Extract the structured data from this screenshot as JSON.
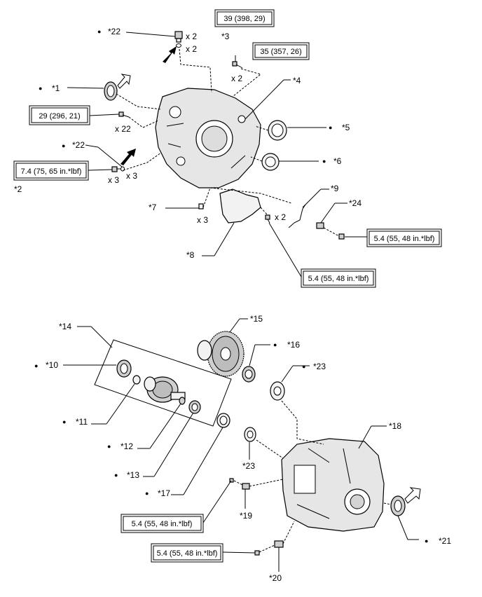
{
  "callouts": {
    "c1": "*1",
    "c2": "*2",
    "c3": "*3",
    "c4": "*4",
    "c5": "*5",
    "c6": "*6",
    "c7": "*7",
    "c8": "*8",
    "c9": "*9",
    "c10": "*10",
    "c11": "*11",
    "c12": "*12",
    "c13": "*13",
    "c14": "*14",
    "c15": "*15",
    "c16": "*16",
    "c17": "*17",
    "c18": "*18",
    "c19": "*19",
    "c20": "*20",
    "c21": "*21",
    "c22a": "*22",
    "c22b": "*22",
    "c23a": "*23",
    "c23b": "*23",
    "c24": "*24"
  },
  "quantities": {
    "q_plug": "x 2",
    "q_gasket": "x 2",
    "q_bolt35": "x 2",
    "q_bolt29": "x 22",
    "q_bolt74": "x 3",
    "q_gasket2": "x 3",
    "q_clip7": "x 3",
    "q_bolt8": "x 2"
  },
  "torques": {
    "t_plug": "39 (398, 29)",
    "t_bolt35": "35 (357, 26)",
    "t_case": "29 (296, 21)",
    "t_plug2": "7.4 (75, 65 in.*lbf)",
    "t_bolt24": "5.4 (55, 48 in.*lbf)",
    "t_bolt8": "5.4 (55, 48 in.*lbf)",
    "t_bolt19": "5.4 (55, 48 in.*lbf)",
    "t_bolt20": "5.4 (55, 48 in.*lbf)"
  },
  "markers": {
    "bullet": "●"
  }
}
